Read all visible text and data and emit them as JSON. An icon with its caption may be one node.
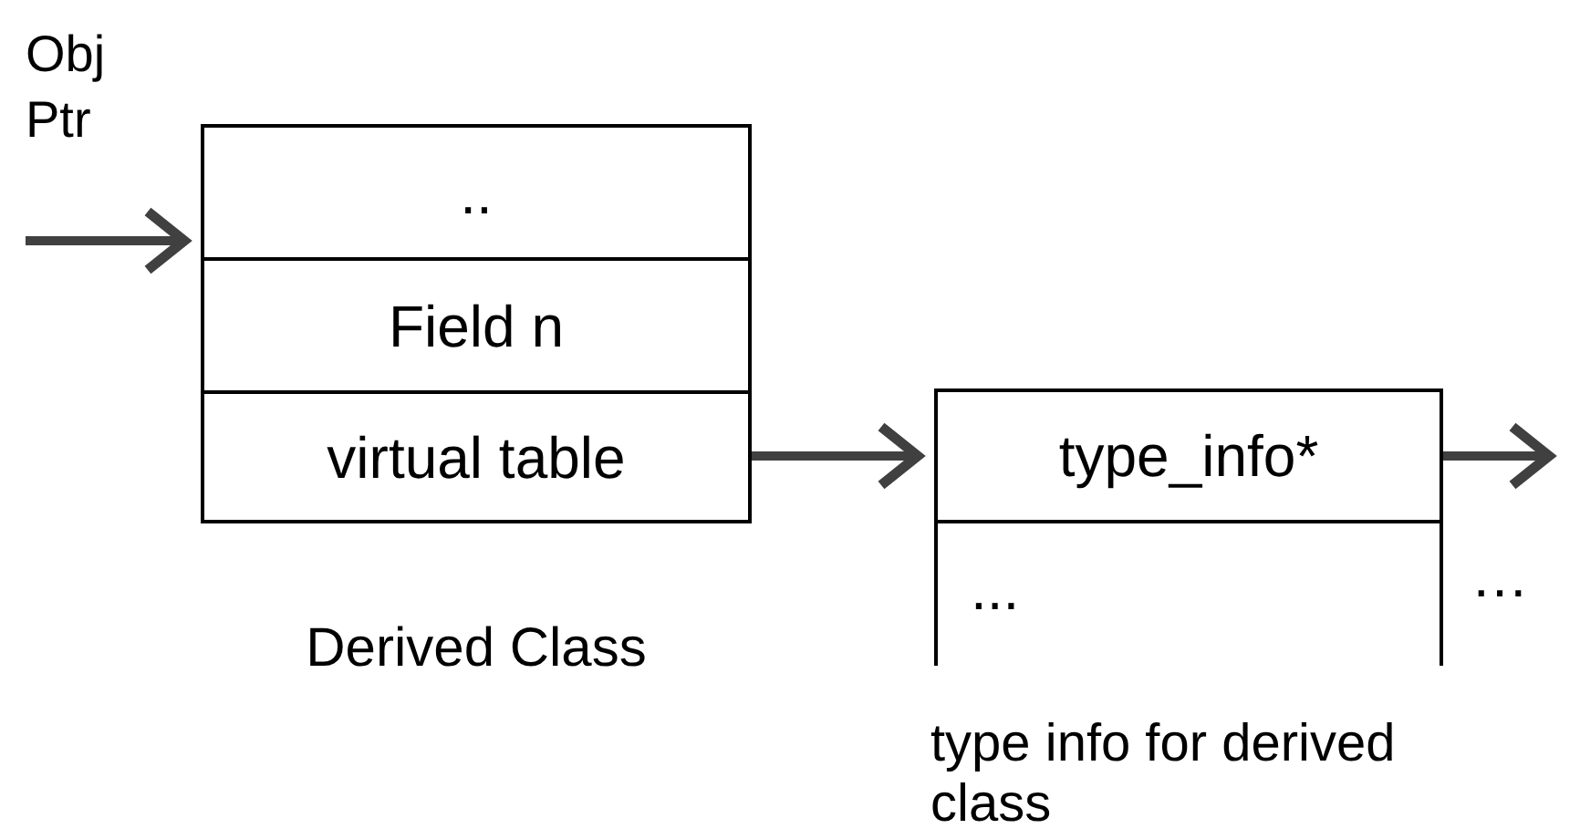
{
  "diagram": {
    "nodes": [
      {
        "text": [],
        "shape": "box",
        "beside": [
          "Derived Class"
        ]
      },
      {
        "text": [
          ".."
        ],
        "in": 0
      },
      {
        "text": [
          "Field n"
        ],
        "in": 0
      },
      {
        "text": [
          "virtual table"
        ],
        "in": 0
      },
      {
        "text": [],
        "shape": "box",
        "beside": [
          "type info for derived class"
        ]
      },
      {
        "text": [
          "type_info*"
        ],
        "in": 4
      },
      {
        "text": [
          "..."
        ],
        "in": 4
      }
    ],
    "edges": [
      {
        "from": null,
        "to": 1,
        "arrow": "to"
      },
      {
        "from": 3,
        "to": 5,
        "arrow": "to"
      },
      {
        "from": 5,
        "to": null,
        "arrow": "to"
      }
    ],
    "labels": [
      "Obj Ptr",
      "…"
    ]
  }
}
